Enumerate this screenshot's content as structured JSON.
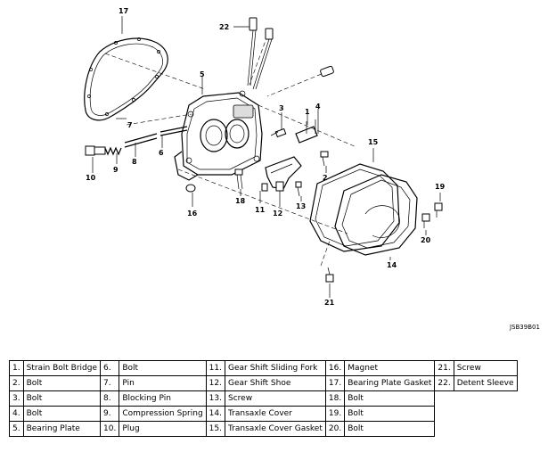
{
  "figure_code": "JSB39B01",
  "callouts": [
    "1",
    "2",
    "3",
    "4",
    "5",
    "6",
    "7",
    "8",
    "9",
    "10",
    "11",
    "12",
    "13",
    "14",
    "15",
    "16",
    "17",
    "18",
    "19",
    "20",
    "21",
    "22"
  ],
  "legend": [
    [
      {
        "num": "1.",
        "label": "Strain Bolt Bridge"
      },
      {
        "num": "6.",
        "label": "Bolt"
      },
      {
        "num": "11.",
        "label": "Gear Shift Sliding Fork"
      },
      {
        "num": "16.",
        "label": "Magnet"
      },
      {
        "num": "21.",
        "label": "Screw"
      }
    ],
    [
      {
        "num": "2.",
        "label": "Bolt"
      },
      {
        "num": "7.",
        "label": "Pin"
      },
      {
        "num": "12.",
        "label": "Gear Shift Shoe"
      },
      {
        "num": "17.",
        "label": "Bearing Plate Gasket"
      },
      {
        "num": "22.",
        "label": "Detent Sleeve"
      }
    ],
    [
      {
        "num": "3.",
        "label": "Bolt"
      },
      {
        "num": "8.",
        "label": "Blocking Pin"
      },
      {
        "num": "13.",
        "label": "Screw"
      },
      {
        "num": "18.",
        "label": "Bolt"
      }
    ],
    [
      {
        "num": "4.",
        "label": "Bolt"
      },
      {
        "num": "9.",
        "label": "Compression Spring"
      },
      {
        "num": "14.",
        "label": "Transaxle Cover"
      },
      {
        "num": "19.",
        "label": "Bolt"
      }
    ],
    [
      {
        "num": "5.",
        "label": "Bearing Plate"
      },
      {
        "num": "10.",
        "label": "Plug"
      },
      {
        "num": "15.",
        "label": "Transaxle Cover Gasket"
      },
      {
        "num": "20.",
        "label": "Bolt"
      }
    ]
  ]
}
